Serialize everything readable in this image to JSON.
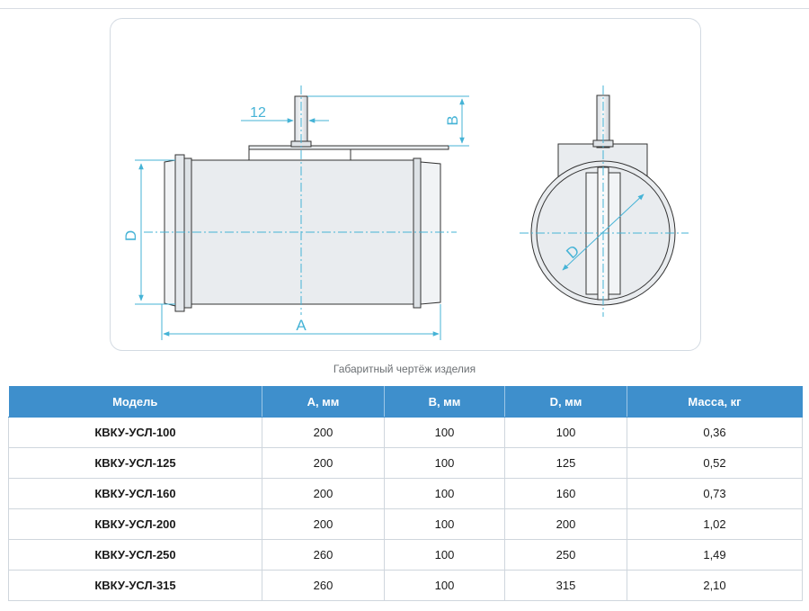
{
  "drawing": {
    "dims": {
      "a": "A",
      "b": "B",
      "d": "D",
      "d_side": "D",
      "dim12": "12"
    }
  },
  "caption": "Габаритный чертёж изделия",
  "table": {
    "headers": [
      "Модель",
      "A, мм",
      "B, мм",
      "D, мм",
      "Масса, кг"
    ],
    "rows": [
      [
        "КВКУ-УСЛ-100",
        "200",
        "100",
        "100",
        "0,36"
      ],
      [
        "КВКУ-УСЛ-125",
        "200",
        "100",
        "125",
        "0,52"
      ],
      [
        "КВКУ-УСЛ-160",
        "200",
        "100",
        "160",
        "0,73"
      ],
      [
        "КВКУ-УСЛ-200",
        "200",
        "100",
        "200",
        "1,02"
      ],
      [
        "КВКУ-УСЛ-250",
        "260",
        "100",
        "250",
        "1,49"
      ],
      [
        "КВКУ-УСЛ-315",
        "260",
        "100",
        "315",
        "2,10"
      ]
    ]
  },
  "colors": {
    "header_bg": "#3e8fcc",
    "dimension_line": "#45b3d6",
    "part_fill": "#e9ecef",
    "outline": "#333333"
  }
}
